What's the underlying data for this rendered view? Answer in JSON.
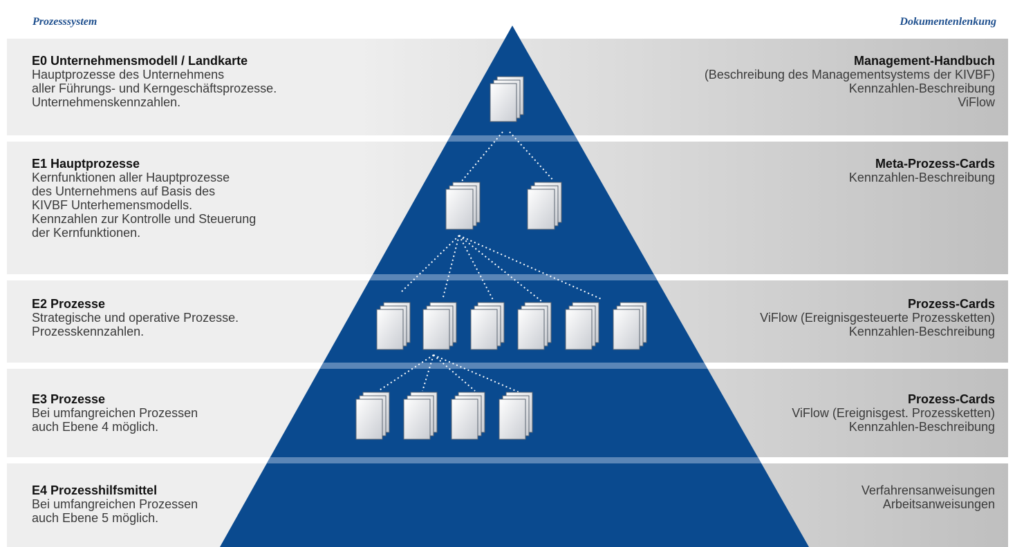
{
  "header": {
    "left": "Prozesssystem",
    "right": "Dokumentenlenkung"
  },
  "colors": {
    "pyramid": "#0a4a8f",
    "band_light": "#eeeeee",
    "band_dark": "#bfbfbf",
    "separator_in_pyramid": "#5b86b7",
    "dotted_line": "#ffffff"
  },
  "levels": [
    {
      "title": "E0 Unternehmensmodell / Landkarte",
      "desc": "Hauptprozesse des Unternehmens\naller Führungs- und Kerngeschäftsprozesse.\nUnternehmenskennzahlen.",
      "right_title": "Management-Handbuch",
      "right_desc": "(Beschreibung des Managementsystems der KIVBF)\nKennzahlen-Beschreibung\nViFlow"
    },
    {
      "title": "E1 Hauptprozesse",
      "desc": "Kernfunktionen aller Hauptprozesse\ndes Unternehmens auf Basis des\nKIVBF Unterhemensmodells.\nKennzahlen zur Kontrolle und Steuerung\nder Kernfunktionen.",
      "right_title": "Meta-Prozess-Cards",
      "right_desc": "Kennzahlen-Beschreibung"
    },
    {
      "title": "E2 Prozesse",
      "desc": "Strategische und operative Prozesse.\nProzesskennzahlen.",
      "right_title": "Prozess-Cards",
      "right_desc": "ViFlow (Ereignisgesteuerte Prozessketten)\nKennzahlen-Beschreibung"
    },
    {
      "title": "E3 Prozesse",
      "desc": "Bei umfangreichen Prozessen\nauch Ebene 4 möglich.",
      "right_title": "Prozess-Cards",
      "right_desc": "ViFlow (Ereignisgest. Prozessketten)\nKennzahlen-Beschreibung"
    },
    {
      "title": "E4 Prozesshilfsmittel",
      "desc": "Bei umfangreichen Prozessen\nauch Ebene 5 möglich.",
      "right_title": "",
      "right_desc": "Verfahrensanweisungen\nArbeitsanweisungen"
    }
  ]
}
